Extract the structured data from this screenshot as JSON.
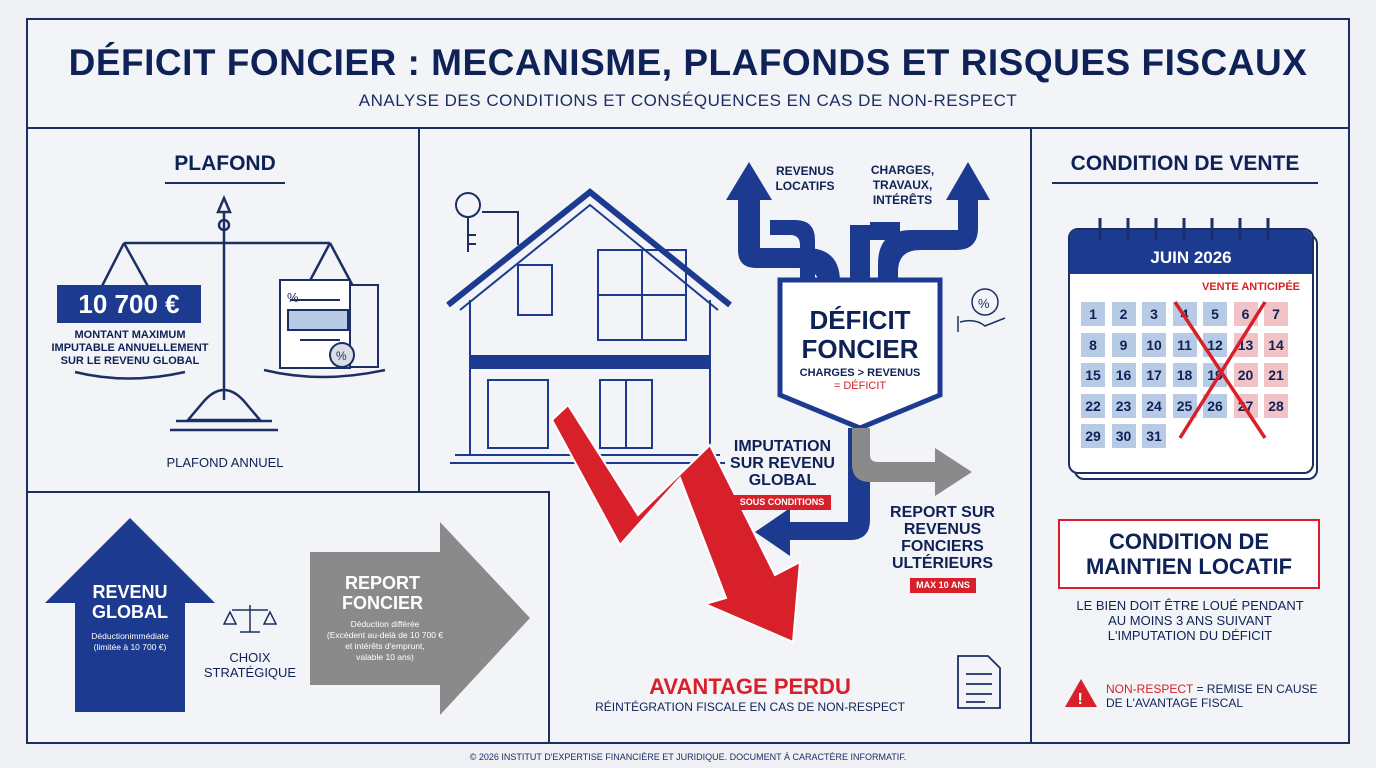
{
  "header": {
    "title": "DÉFICIT FONCIER : MECANISME, PLAFONDS ET RISQUES FISCAUX",
    "subtitle": "ANALYSE DES CONDITIONS ET CONSÉQUENCES EN CAS DE NON-RESPECT"
  },
  "plafond": {
    "heading": "PLAFOND",
    "amount": "10 700 €",
    "desc_line1": "MONTANT MAXIMUM",
    "desc_line2": "IMPUTABLE ANNUELLEMENT",
    "desc_line3": "SUR LE REVENU GLOBAL",
    "caption": "PLAFOND ANNUEL"
  },
  "choice": {
    "revenu_title1": "REVENU",
    "revenu_title2": "GLOBAL",
    "revenu_desc1": "Déductionimmédiate",
    "revenu_desc2": "(limitée à 10 700 €)",
    "choix_line1": "CHOIX",
    "choix_line2": "STRATÉGIQUE",
    "report_title1": "REPORT",
    "report_title2": "FONCIER",
    "report_desc1": "Déduction différée",
    "report_desc2": "(Excédent au-delà de 10 700 €",
    "report_desc3": "et intérêts d'emprunt,",
    "report_desc4": "valable 10 ans)"
  },
  "mechanism": {
    "revenus_line1": "REVENUS",
    "revenus_line2": "LOCATIFS",
    "charges_line1": "CHARGES,",
    "charges_line2": "TRAVAUX,",
    "charges_line3": "INTÉRÊTS",
    "deficit_line1": "DÉFICIT",
    "deficit_line2": "FONCIER",
    "formula_line1": "CHARGES > REVENUS",
    "formula_line2": "= DÉFICIT",
    "imputation_line1": "IMPUTATION",
    "imputation_line2": "SUR REVENU",
    "imputation_line3": "GLOBAL",
    "imputation_tag": "SOUS CONDITIONS",
    "report_line1": "REPORT SUR",
    "report_line2": "REVENUS",
    "report_line3": "FONCIERS",
    "report_line4": "ULTÉRIEURS",
    "report_tag": "MAX 10 ANS",
    "lost_title": "AVANTAGE PERDU",
    "lost_desc": "RÉINTÉGRATION FISCALE EN CAS DE NON-RESPECT"
  },
  "vente": {
    "heading": "CONDITION DE VENTE",
    "month": "JUIN 2026",
    "early_sale": "VENTE ANTICIPÉE",
    "calendar_days": [
      "1",
      "2",
      "3",
      "4",
      "5",
      "6",
      "7",
      "8",
      "9",
      "10",
      "11",
      "12",
      "13",
      "14",
      "15",
      "16",
      "17",
      "18",
      "19",
      "20",
      "21",
      "22",
      "23",
      "24",
      "25",
      "26",
      "27",
      "28",
      "29",
      "30",
      "31"
    ],
    "maintien_line1": "CONDITION DE",
    "maintien_line2": "MAINTIEN LOCATIF",
    "maintien_desc1": "LE BIEN DOIT ÊTRE LOUÉ PENDANT",
    "maintien_desc2": "AU MOINS 3 ANS SUIVANT",
    "maintien_desc3": "L'IMPUTATION DU DÉFICIT",
    "warning_strong": "NON-RESPECT",
    "warning_rest": " = REMISE EN CAUSE",
    "warning_line2": "DE L'AVANTAGE FISCAL"
  },
  "footer": "© 2026 INSTITUT D'EXPERTISE FINANCIÈRE ET JURIDIQUE. DOCUMENT À CARACTÈRE INFORMATIF.",
  "colors": {
    "navy": "#1c3a8f",
    "dark": "#0f2257",
    "red": "#d8202a",
    "grey": "#8a8a8a",
    "blue_cell": "#b8cbe6",
    "red_cell": "#f2c3c6"
  }
}
